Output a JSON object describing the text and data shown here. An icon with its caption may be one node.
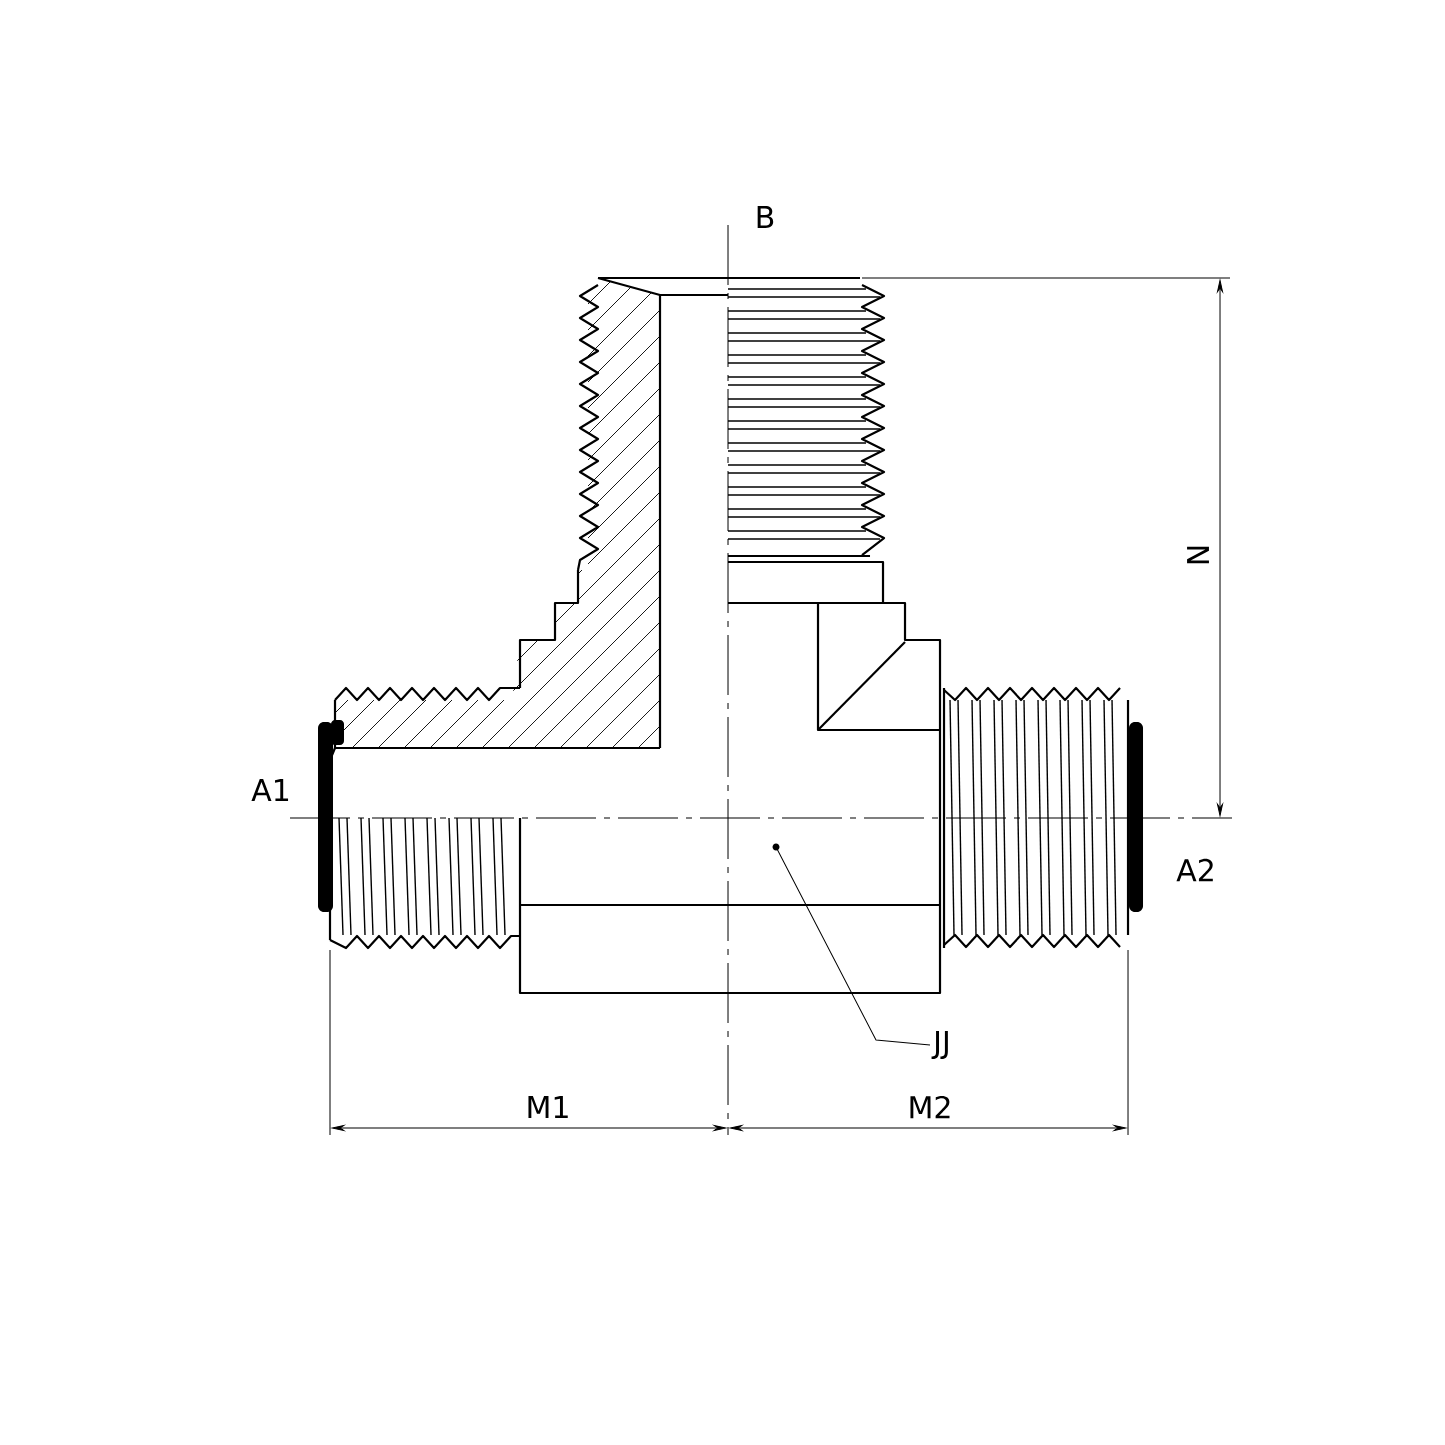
{
  "diagram": {
    "nodes": [
      {
        "text": [
          "JJ"
        ]
      },
      {
        "text": [],
        "shape": "circle"
      }
    ],
    "edges": [
      {
        "from": 0,
        "to": 1,
        "arrow": "none"
      }
    ],
    "labels": [
      "B",
      "N",
      "A1",
      "A2",
      "M1",
      "M2"
    ]
  }
}
